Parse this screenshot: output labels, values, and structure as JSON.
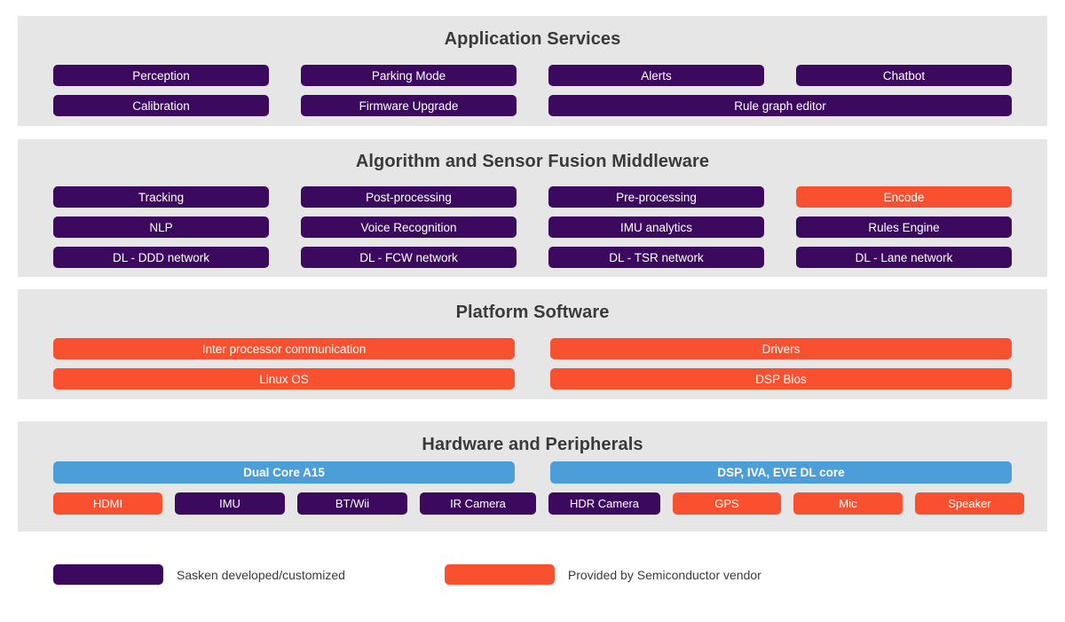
{
  "colors": {
    "panel_background": "#e6e6e6",
    "page_background": "#ffffff",
    "sasken_purple": "#3b0a5e",
    "vendor_orange": "#f9502f",
    "core_blue": "#4c9ed9",
    "title_text": "#3a3a3a",
    "box_text": "#ffffff"
  },
  "sections": {
    "application": {
      "title": "Application Services",
      "rows": [
        [
          {
            "label": "Perception",
            "color": "purple",
            "span": 1
          },
          {
            "label": "Parking Mode",
            "color": "purple",
            "span": 1
          },
          {
            "label": "Alerts",
            "color": "purple",
            "span": 1
          },
          {
            "label": "Chatbot",
            "color": "purple",
            "span": 1
          }
        ],
        [
          {
            "label": "Calibration",
            "color": "purple",
            "span": 1
          },
          {
            "label": "Firmware Upgrade",
            "color": "purple",
            "span": 1
          },
          {
            "label": "Rule graph editor",
            "color": "purple",
            "span": 2
          }
        ]
      ]
    },
    "middleware": {
      "title": "Algorithm and Sensor Fusion Middleware",
      "rows": [
        [
          {
            "label": "Tracking",
            "color": "purple",
            "span": 1
          },
          {
            "label": "Post-processing",
            "color": "purple",
            "span": 1
          },
          {
            "label": "Pre-processing",
            "color": "purple",
            "span": 1
          },
          {
            "label": "Encode",
            "color": "orange",
            "span": 1
          }
        ],
        [
          {
            "label": "NLP",
            "color": "purple",
            "span": 1
          },
          {
            "label": "Voice Recognition",
            "color": "purple",
            "span": 1
          },
          {
            "label": "IMU analytics",
            "color": "purple",
            "span": 1
          },
          {
            "label": "Rules Engine",
            "color": "purple",
            "span": 1
          }
        ],
        [
          {
            "label": "DL - DDD network",
            "color": "purple",
            "span": 1
          },
          {
            "label": "DL - FCW network",
            "color": "purple",
            "span": 1
          },
          {
            "label": "DL - TSR network",
            "color": "purple",
            "span": 1
          },
          {
            "label": "DL - Lane network",
            "color": "purple",
            "span": 1
          }
        ]
      ]
    },
    "platform": {
      "title": "Platform Software",
      "rows": [
        [
          {
            "label": "Inter processor communication",
            "color": "orange"
          },
          {
            "label": "Drivers",
            "color": "orange"
          }
        ],
        [
          {
            "label": "Linux OS",
            "color": "orange"
          },
          {
            "label": "DSP Bios",
            "color": "orange"
          }
        ]
      ]
    },
    "hardware": {
      "title": "Hardware and Peripherals",
      "cores": [
        {
          "label": "Dual Core A15",
          "color": "blue"
        },
        {
          "label": "DSP, IVA, EVE DL core",
          "color": "blue"
        }
      ],
      "peripherals": [
        {
          "label": "HDMI",
          "color": "orange"
        },
        {
          "label": "IMU",
          "color": "purple"
        },
        {
          "label": "BT/Wii",
          "color": "purple"
        },
        {
          "label": "IR Camera",
          "color": "purple"
        },
        {
          "label": "HDR Camera",
          "color": "purple"
        },
        {
          "label": "GPS",
          "color": "orange"
        },
        {
          "label": "Mic",
          "color": "orange"
        },
        {
          "label": "Speaker",
          "color": "orange"
        }
      ]
    }
  },
  "legend": {
    "items": [
      {
        "label": "Sasken developed/customized",
        "color": "purple"
      },
      {
        "label": "Provided by Semiconductor vendor",
        "color": "orange"
      }
    ]
  }
}
